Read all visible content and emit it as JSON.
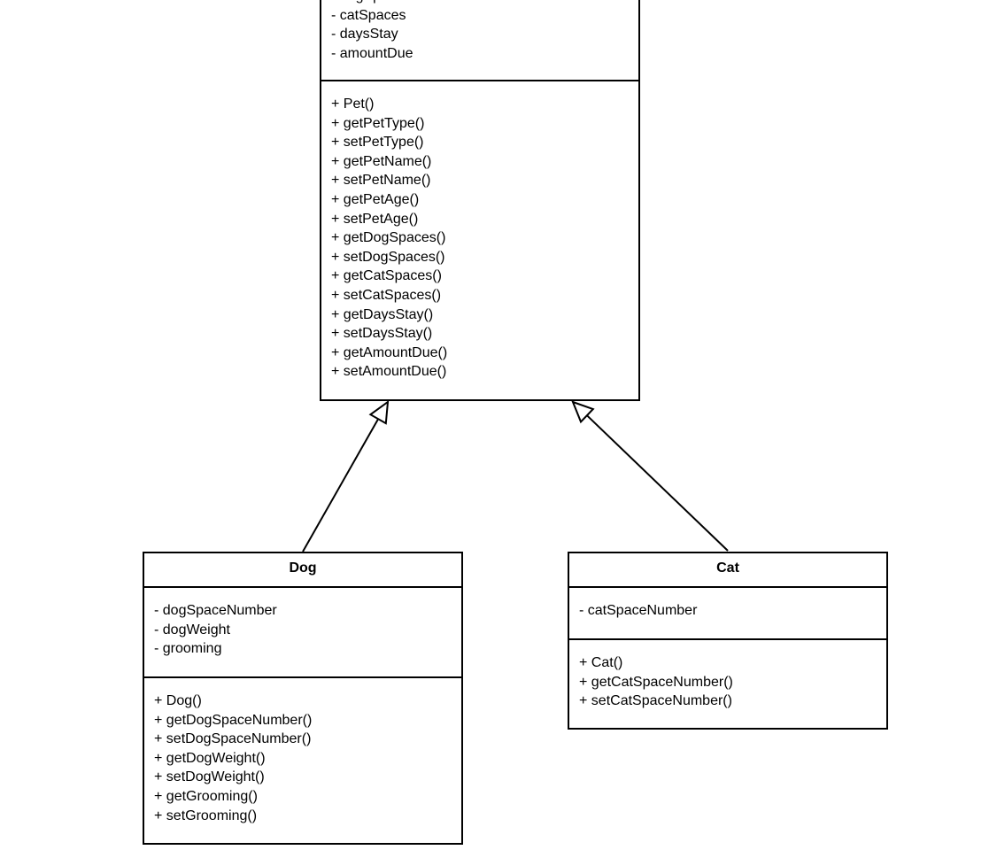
{
  "classes": {
    "pet": {
      "attributes": [
        "- dogSpaces",
        "- catSpaces",
        "- daysStay",
        "- amountDue"
      ],
      "methods": [
        "+ Pet()",
        "+ getPetType()",
        "+ setPetType()",
        "+ getPetName()",
        "+ setPetName()",
        "+ getPetAge()",
        "+ setPetAge()",
        "+ getDogSpaces()",
        "+ setDogSpaces()",
        "+ getCatSpaces()",
        "+ setCatSpaces()",
        "+ getDaysStay()",
        "+ setDaysStay()",
        "+ getAmountDue()",
        "+ setAmountDue()"
      ]
    },
    "dog": {
      "name": "Dog",
      "attributes": [
        "- dogSpaceNumber",
        "- dogWeight",
        "- grooming"
      ],
      "methods": [
        "+ Dog()",
        "+ getDogSpaceNumber()",
        "+ setDogSpaceNumber()",
        "+ getDogWeight()",
        "+ setDogWeight()",
        "+ getGrooming()",
        "+ setGrooming()"
      ]
    },
    "cat": {
      "name": "Cat",
      "attributes": [
        "- catSpaceNumber"
      ],
      "methods": [
        "+ Cat()",
        "+ getCatSpaceNumber()",
        "+ setCatSpaceNumber()"
      ]
    }
  },
  "relationships": [
    {
      "from": "Dog",
      "to": "Pet",
      "type": "inheritance"
    },
    {
      "from": "Cat",
      "to": "Pet",
      "type": "inheritance"
    }
  ]
}
